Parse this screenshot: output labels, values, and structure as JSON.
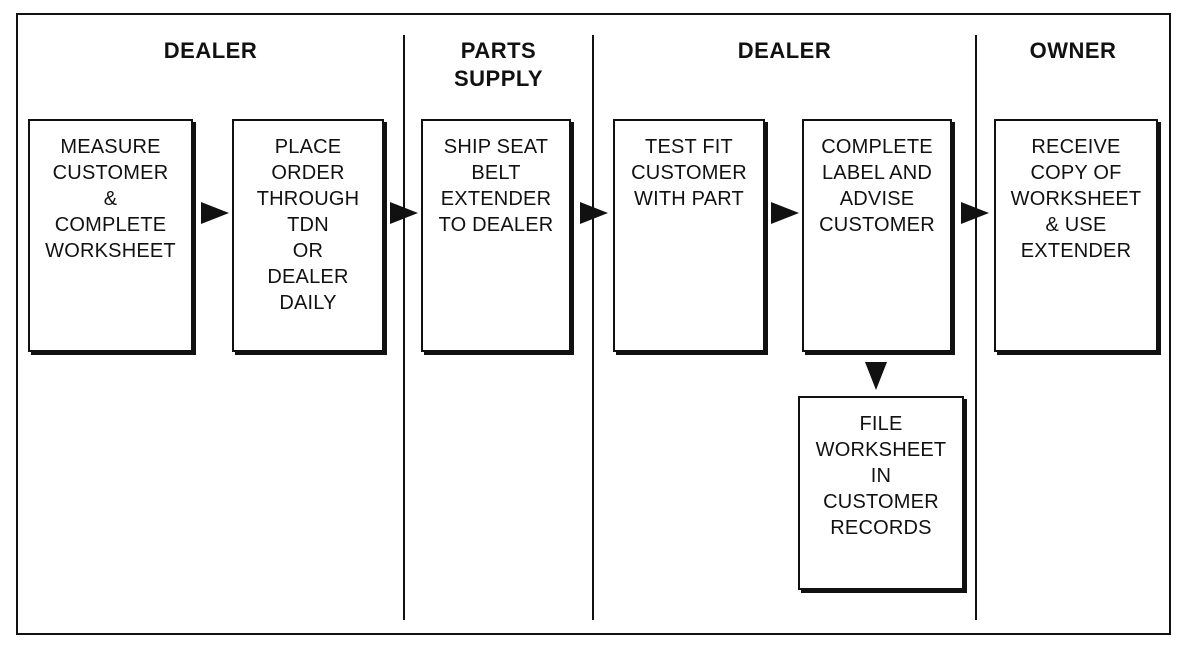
{
  "lanes": [
    {
      "title": "DEALER"
    },
    {
      "title": "PARTS\nSUPPLY"
    },
    {
      "title": "DEALER"
    },
    {
      "title": "OWNER"
    }
  ],
  "steps": {
    "measure": "MEASURE\nCUSTOMER\n&\nCOMPLETE\nWORKSHEET",
    "place_order": "PLACE\nORDER\nTHROUGH\nTDN\nOR\nDEALER\nDAILY",
    "ship": "SHIP SEAT\nBELT\nEXTENDER\nTO DEALER",
    "test_fit": "TEST FIT\nCUSTOMER\nWITH PART",
    "complete_label": "COMPLETE\nLABEL AND\nADVISE\nCUSTOMER",
    "receive": "RECEIVE\nCOPY OF\nWORKSHEET\n& USE\nEXTENDER",
    "file": "FILE\nWORKSHEET\nIN\nCUSTOMER\nRECORDS"
  }
}
